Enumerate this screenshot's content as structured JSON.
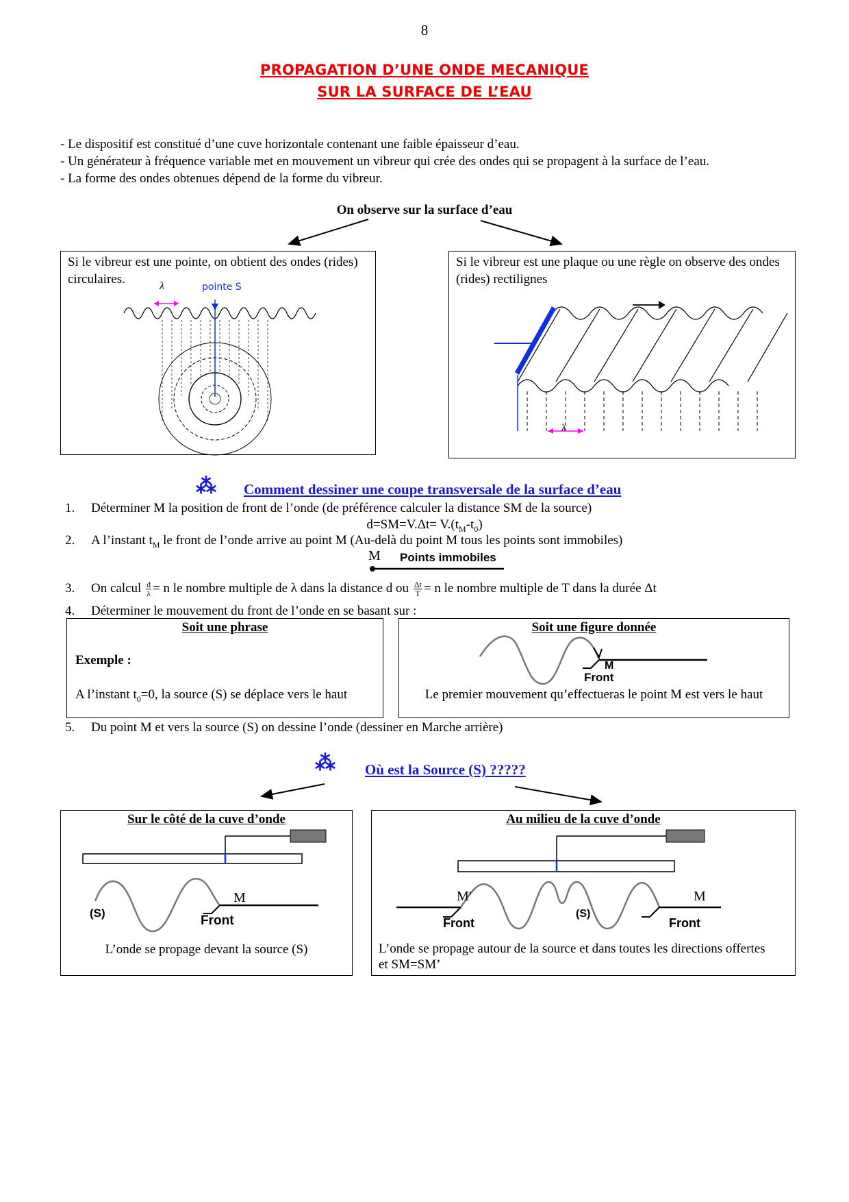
{
  "page_number": "8",
  "title": {
    "line1": "PROPAGATION D’UNE ONDE MECANIQUE",
    "line2": "SUR LA SURFACE DE L’EAU"
  },
  "intro": [
    "-  Le dispositif est constitué d’une cuve horizontale contenant une faible épaisseur d’eau.",
    "-  Un générateur à fréquence variable met en mouvement un vibreur qui crée des ondes qui se propagent à la surface de l’eau.",
    "-  La forme des ondes obtenues dépend de la forme du vibreur."
  ],
  "observe_heading": "On observe sur la surface d’eau",
  "left_box": {
    "text": "Si le vibreur est une pointe, on obtient des ondes (rides) circulaires.",
    "lambda_label": "λ",
    "point_label": "pointe S"
  },
  "right_box": {
    "text": "Si le vibreur est une plaque ou une règle on observe des ondes (rides) rectilignes",
    "lambda_label": "λ"
  },
  "section1": {
    "stars": "⁂",
    "heading": "Comment dessiner une coupe transversale de la surface d’eau",
    "steps": {
      "s1_num": "1.",
      "s1": "Déterminer M la position de front de l’onde (de préférence calculer la distance SM de la source)",
      "s1_formula": "d=SM=V.Δt= V.(t",
      "s1_sub1": "M",
      "s1_mid": "-t",
      "s1_sub2": "0",
      "s1_end": ")",
      "s2_num": "2.",
      "s2_a": "A l’instant t",
      "s2_sub": "M",
      "s2_b": " le front de l’onde arrive au point M (Au-delà du point M tous les points sont immobiles)",
      "m_label": "M",
      "immobile_label": "Points immobiles",
      "s3_num": "3.",
      "s3_a": "On calcul",
      "s3_frac1_top": "d",
      "s3_frac1_bot": "λ",
      "s3_b": "= n le nombre multiple de λ dans la distance d ou",
      "s3_frac2_top": "Δt",
      "s3_frac2_bot": "T",
      "s3_c": "= n le nombre multiple de T dans la durée Δt",
      "s4_num": "4.",
      "s4": "Déterminer le mouvement du front de l’onde en se basant sur :",
      "s5_num": "5.",
      "s5": "Du point M et vers la source (S) on dessine l’onde (dessiner en Marche arrière)"
    },
    "phrase_box": {
      "title": "Soit une phrase",
      "example": "Exemple :",
      "text_a": "A l’instant t",
      "text_sub": "0",
      "text_b": "=0, la source (S) se déplace vers le haut"
    },
    "figure_box": {
      "title": "Soit une figure donnée",
      "m_label": "M",
      "front_label": "Front",
      "text": "Le premier mouvement qu’effectueras le point M est vers le haut"
    }
  },
  "section2": {
    "stars": "⁂",
    "heading": "Où est la Source (S) ?????",
    "side_box": {
      "title": "Sur le côté de la cuve d’onde",
      "s_label": "(S)",
      "m_label": "M",
      "front_label": "Front",
      "text": "L’onde se propage devant la source (S)"
    },
    "middle_box": {
      "title": "Au milieu de la cuve d’onde",
      "m_prime_label": "M'",
      "m_label": "M",
      "s_label": "(S)",
      "front_left_label": "Front",
      "front_right_label": "Front",
      "text": "L’onde se propage autour de la source et dans toutes les directions offertes et SM=SM’"
    }
  },
  "colors": {
    "title": "#ee0000",
    "heading": "#1a1ad6",
    "lambda_arrow": "#ff00ff",
    "vibrator": "#1030e0"
  }
}
